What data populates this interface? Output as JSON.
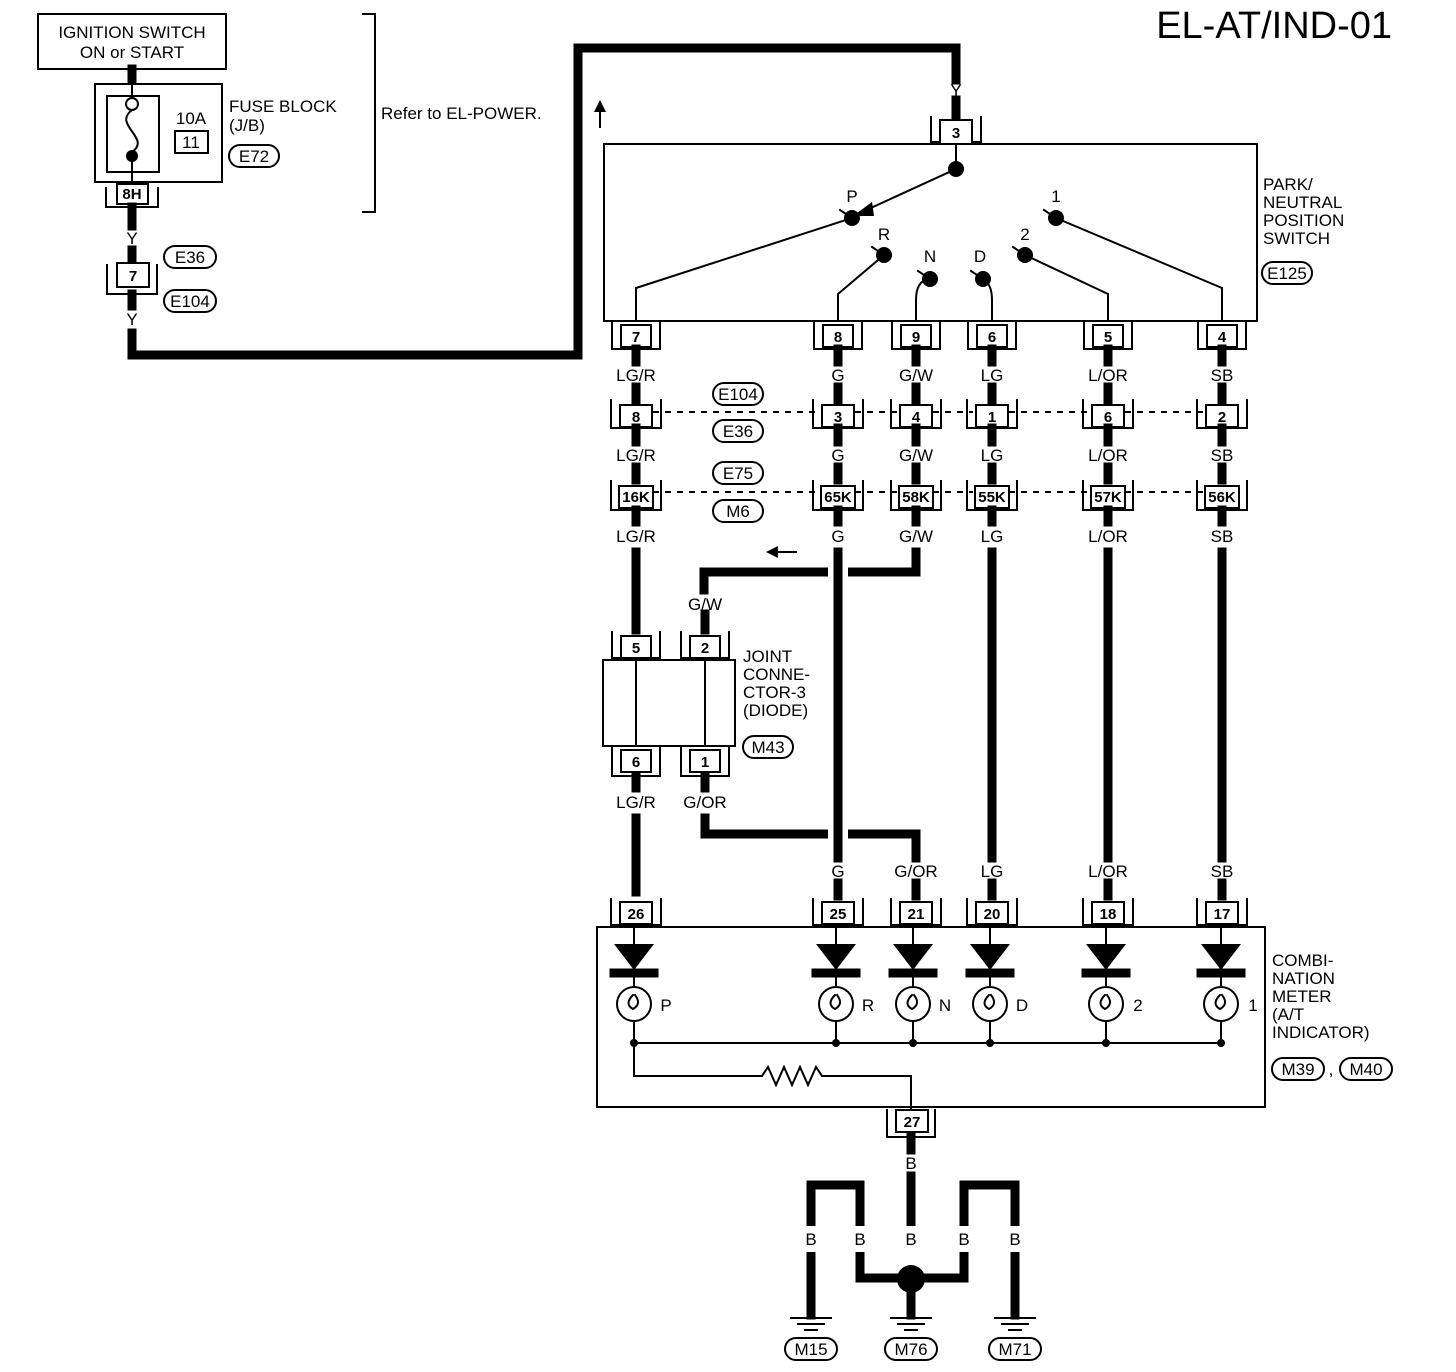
{
  "title": "EL-AT/IND-01",
  "power": {
    "ignition_line1": "IGNITION SWITCH",
    "ignition_line2": "ON or START",
    "fuse_amp": "10A",
    "fuse_no": "11",
    "fuse_block_line1": "FUSE BLOCK",
    "fuse_block_line2": "(J/B)",
    "fuse_block_conn": "E72",
    "fuse_out_pin": "8H",
    "refer": "Refer to EL-POWER.",
    "wire_y1": "Y",
    "wire_y2": "Y",
    "wire_y3": "Y",
    "mid_pin": "7",
    "mid_conn_top": "E36",
    "mid_conn_bot": "E104"
  },
  "pnp": {
    "label": [
      "PARK/",
      "NEUTRAL",
      "POSITION",
      "SWITCH"
    ],
    "conn": "E125",
    "input_pin": "3",
    "positions": [
      "P",
      "R",
      "N",
      "D",
      "2",
      "1"
    ],
    "pins": [
      "7",
      "8",
      "9",
      "6",
      "5",
      "4"
    ]
  },
  "harness": {
    "row1_conn_top": "E104",
    "row1_conn_bot": "E36",
    "row1_pins": [
      "8",
      "3",
      "4",
      "1",
      "6",
      "2"
    ],
    "row2_conn_top": "E75",
    "row2_conn_bot": "M6",
    "row2_pins": [
      "16K",
      "65K",
      "58K",
      "55K",
      "57K",
      "56K"
    ],
    "wires_a": [
      "LG/R",
      "G",
      "G/W",
      "LG",
      "L/OR",
      "SB"
    ],
    "wires_b": [
      "LG/R",
      "G",
      "G/W",
      "LG",
      "L/OR",
      "SB"
    ],
    "wires_c": [
      "LG/R",
      "G",
      "G/W",
      "LG",
      "L/OR",
      "SB"
    ]
  },
  "joint": {
    "label": [
      "JOINT",
      "CONNE-",
      "CTOR-3",
      "(DIODE)"
    ],
    "conn": "M43",
    "in_wire": "G/W",
    "pins_top": [
      "5",
      "2"
    ],
    "pins_bottom": [
      "6",
      "1"
    ],
    "wire_left": "LG/R",
    "wire_right": "G/OR"
  },
  "meter": {
    "label": [
      "COMBI-",
      "NATION",
      "METER",
      "(A/T",
      "INDICATOR)"
    ],
    "conn1": "M39",
    "sep": ",",
    "conn2": "M40",
    "wires": [
      "G",
      "G/OR",
      "LG",
      "L/OR",
      "SB"
    ],
    "pins": [
      "26",
      "25",
      "21",
      "20",
      "18",
      "17"
    ],
    "lamps": [
      "P",
      "R",
      "N",
      "D",
      "2",
      "1"
    ],
    "ground_pin": "27",
    "ground_wire": "B"
  },
  "grounds": {
    "wires": [
      "B",
      "B",
      "B",
      "B",
      "B"
    ],
    "points": [
      "M15",
      "M76",
      "M71"
    ]
  }
}
